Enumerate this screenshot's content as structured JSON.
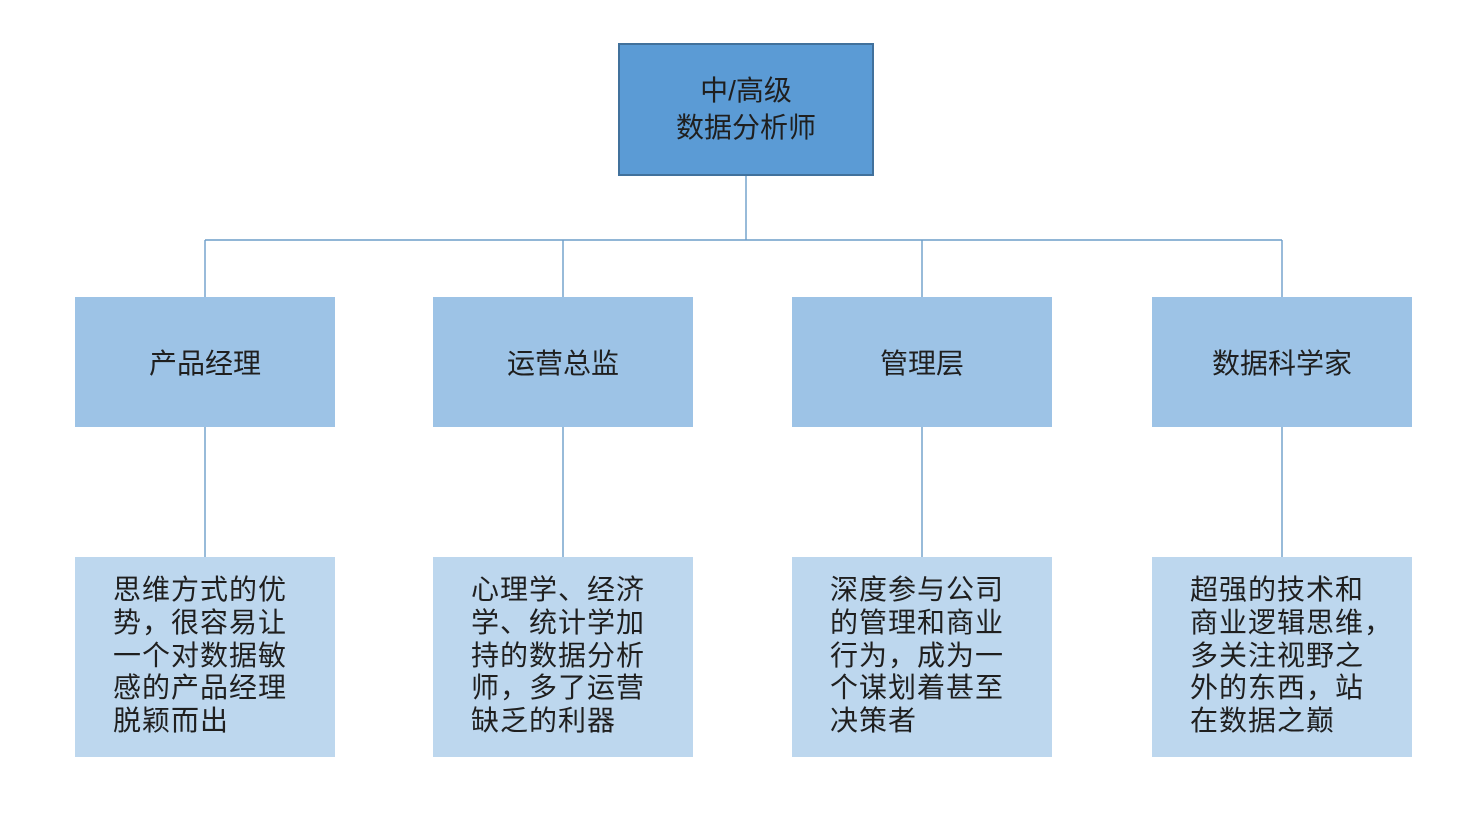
{
  "diagram": {
    "root": {
      "label": "中/高级\n数据分析师"
    },
    "branches": [
      {
        "title": "产品经理",
        "description": "思维方式的优\n势，很容易让\n一个对数据敏\n感的产品经理\n脱颖而出"
      },
      {
        "title": "运营总监",
        "description": "心理学、经济\n学、统计学加\n持的数据分析\n师，多了运营\n缺乏的利器"
      },
      {
        "title": "管理层",
        "description": "深度参与公司\n的管理和商业\n行为，成为一\n个谋划着甚至\n决策者"
      },
      {
        "title": "数据科学家",
        "description": "超强的技术和\n商业逻辑思维，\n多关注视野之\n外的东西，站\n在数据之巅"
      }
    ],
    "colors": {
      "root_fill": "#5B9BD5",
      "root_border": "#41719C",
      "level2_fill": "#9DC3E6",
      "level3_fill": "#BDD7EE",
      "connector": "#6D9EC9",
      "text": "#1F1F1F"
    }
  }
}
